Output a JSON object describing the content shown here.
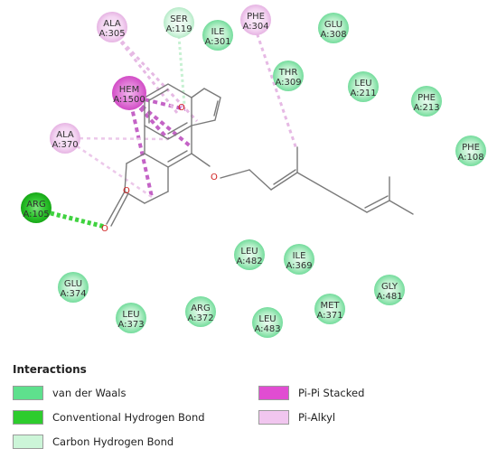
{
  "colors": {
    "vdw": "#5ee08d",
    "hbond": "#2ecc2e",
    "chbond": "#ccf5d8",
    "pipi": "#e14dd2",
    "pialkyl": "#f1c6ef",
    "oxygen": "#d02020",
    "bond": "#7a7a7a"
  },
  "residues": [
    {
      "name": "ALA",
      "id": "A:305",
      "type": "pialkyl"
    },
    {
      "name": "SER",
      "id": "A:119",
      "type": "chbond"
    },
    {
      "name": "ILE",
      "id": "A:301",
      "type": "vdw"
    },
    {
      "name": "PHE",
      "id": "A:304",
      "type": "pialkyl"
    },
    {
      "name": "GLU",
      "id": "A:308",
      "type": "vdw"
    },
    {
      "name": "THR",
      "id": "A:309",
      "type": "vdw"
    },
    {
      "name": "HEM",
      "id": "A:1500",
      "type": "pipi"
    },
    {
      "name": "LEU",
      "id": "A:211",
      "type": "vdw"
    },
    {
      "name": "PHE",
      "id": "A:213",
      "type": "vdw"
    },
    {
      "name": "ALA",
      "id": "A:370",
      "type": "pialkyl"
    },
    {
      "name": "PHE",
      "id": "A:108",
      "type": "vdw"
    },
    {
      "name": "ARG",
      "id": "A:105",
      "type": "hbond"
    },
    {
      "name": "LEU",
      "id": "A:482",
      "type": "vdw"
    },
    {
      "name": "ILE",
      "id": "A:369",
      "type": "vdw"
    },
    {
      "name": "GLU",
      "id": "A:374",
      "type": "vdw"
    },
    {
      "name": "GLY",
      "id": "A:481",
      "type": "vdw"
    },
    {
      "name": "LEU",
      "id": "A:373",
      "type": "vdw"
    },
    {
      "name": "ARG",
      "id": "A:372",
      "type": "vdw"
    },
    {
      "name": "MET",
      "id": "A:371",
      "type": "vdw"
    },
    {
      "name": "LEU",
      "id": "A:483",
      "type": "vdw"
    }
  ],
  "atoms": [
    "O",
    "O",
    "O",
    "O"
  ],
  "legend": {
    "title": "Interactions",
    "items": [
      {
        "label": "van der Waals",
        "type": "vdw"
      },
      {
        "label": "Conventional Hydrogen Bond",
        "type": "hbond"
      },
      {
        "label": "Carbon Hydrogen Bond",
        "type": "chbond"
      },
      {
        "label": "Pi-Pi Stacked",
        "type": "pipi"
      },
      {
        "label": "Pi-Alkyl",
        "type": "pialkyl"
      }
    ]
  }
}
